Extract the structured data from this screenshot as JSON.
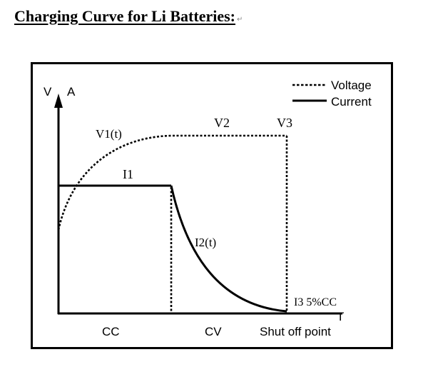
{
  "title": "Charging Curve for Li Batteries:",
  "title_return_mark": "↵",
  "legend": {
    "voltage_label": "Voltage",
    "current_label": "Current"
  },
  "axes": {
    "y_label_v": "V",
    "y_label_a": "A",
    "x_label": "T"
  },
  "curve_labels": {
    "v1": "V1(t)",
    "v2": "V2",
    "v3": "V3",
    "i1": "I1",
    "i2": "I2(t)",
    "i3": "I3 5%CC"
  },
  "phase_labels": {
    "cc": "CC",
    "cv": "CV",
    "shutoff": "Shut off point"
  },
  "colors": {
    "ink": "#000000",
    "background": "#ffffff"
  }
}
